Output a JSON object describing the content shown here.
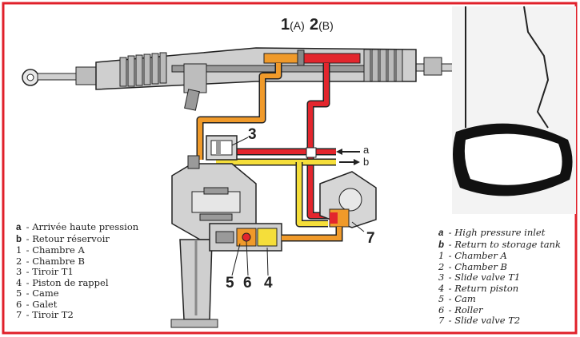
{
  "colors": {
    "frame": "#e0202a",
    "high_pressure": "#e3262d",
    "chamber_a": "#f09a2a",
    "return": "#f5de3a",
    "metal": "#bdbdbd",
    "dark": "#2a2a2a"
  },
  "labels": {
    "l1": "1",
    "l1_sub": "(A)",
    "l2": "2",
    "l2_sub": "(B)",
    "l3": "3",
    "la": "a",
    "lb": "b",
    "l5": "5",
    "l6": "6",
    "l4": "4",
    "l7": "7"
  },
  "legend_fr": [
    {
      "key": "a",
      "text": "Arrivée haute pression",
      "bold": true
    },
    {
      "key": "b",
      "text": "Retour réservoir",
      "bold": true
    },
    {
      "key": "1",
      "text": "Chambre A"
    },
    {
      "key": "2",
      "text": "Chambre B"
    },
    {
      "key": "3",
      "text": "Tiroir T1"
    },
    {
      "key": "4",
      "text": "Piston de rappel"
    },
    {
      "key": "5",
      "text": "Came"
    },
    {
      "key": "6",
      "text": "Galet"
    },
    {
      "key": "7",
      "text": "Tiroir T2"
    }
  ],
  "legend_en": [
    {
      "key": "a",
      "text": "High pressure inlet",
      "bold": true
    },
    {
      "key": "b",
      "text": "Return to storage tank",
      "bold": true
    },
    {
      "key": "1",
      "text": "Chamber A"
    },
    {
      "key": "2",
      "text": "Chamber B"
    },
    {
      "key": "3",
      "text": "Slide valve T1"
    },
    {
      "key": "4",
      "text": "Return piston"
    },
    {
      "key": "5",
      "text": "Cam"
    },
    {
      "key": "6",
      "text": "Roller"
    },
    {
      "key": "7",
      "text": "Slide valve T2"
    }
  ]
}
